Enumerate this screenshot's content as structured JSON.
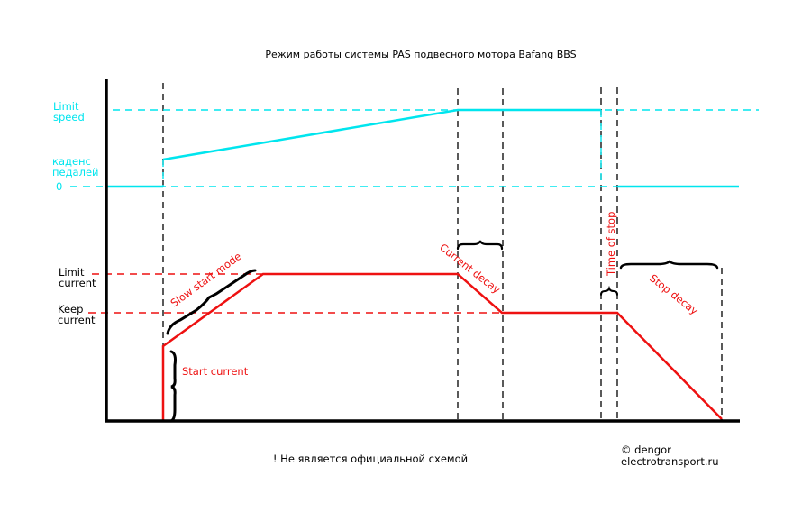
{
  "title": "Режим работы системы PAS подвесного мотора Bafang BBS",
  "colors": {
    "speed": "#00e5ee",
    "current": "#ee1111",
    "axis": "#000000"
  },
  "speed_labels": {
    "limit_speed_1": "Limit",
    "limit_speed_2": "speed",
    "cadence_1": "каденс",
    "cadence_2": "педалей",
    "zero": "0"
  },
  "current_labels": {
    "limit_current_1": "Limit",
    "limit_current_2": "current",
    "keep_current_1": "Keep",
    "keep_current_2": "current"
  },
  "phases": {
    "slow_start": "Slow start mode",
    "start_current": "Start current",
    "current_decay": "Current decay",
    "time_of_stop": "Time of stop",
    "stop_decay": "Stop decay"
  },
  "footer": {
    "disclaimer": "! Не является официальной схемой",
    "copyright": "© dengor",
    "site": "electrotransport.ru"
  }
}
